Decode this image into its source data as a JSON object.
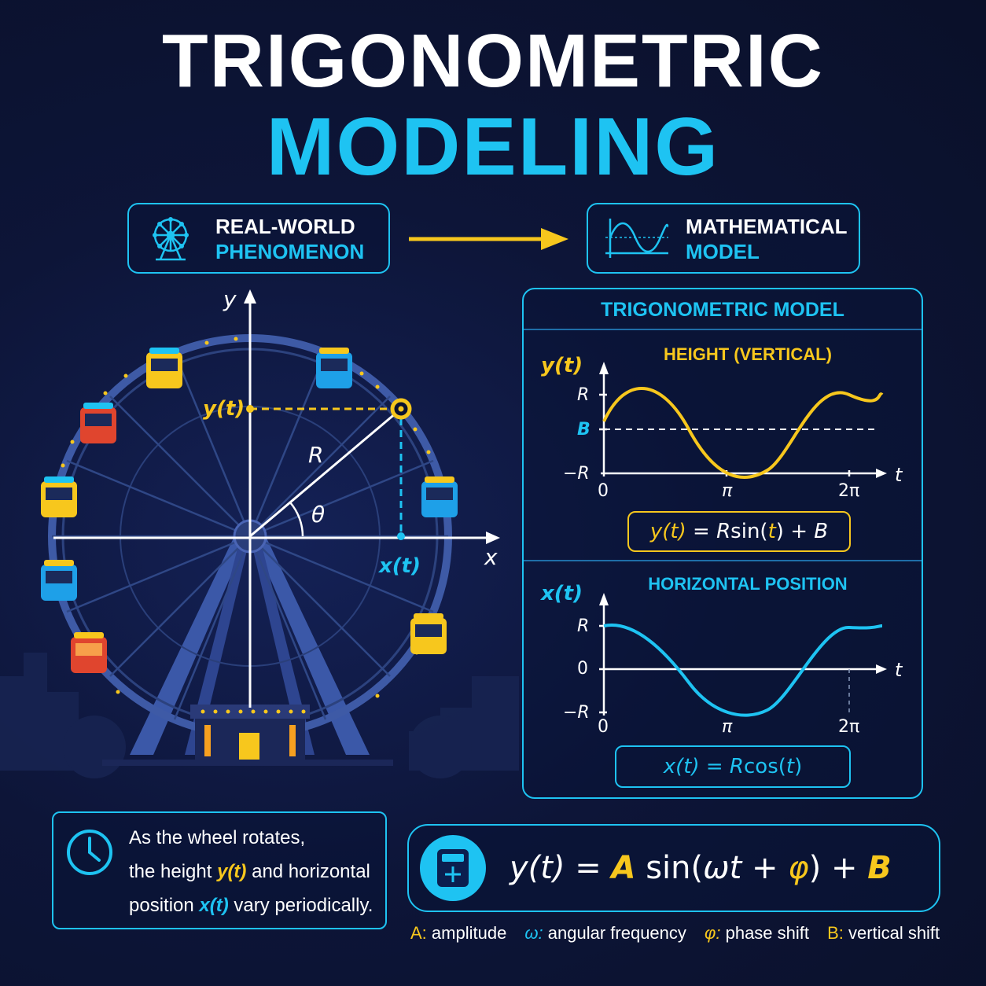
{
  "title": {
    "line1": "TRIGONOMETRIC",
    "line2": "MODELING"
  },
  "flow": {
    "left": {
      "line1": "REAL-WORLD",
      "line2": "PHENOMENON",
      "icon": "ferris-wheel-icon"
    },
    "right": {
      "line1": "MATHEMATICAL",
      "line2": "MODEL",
      "icon": "sine-wave-icon"
    }
  },
  "wheel": {
    "axis_x": "x",
    "axis_y": "y",
    "radius": "R",
    "angle": "θ",
    "y_label": "y(t)",
    "x_label": "x(t)"
  },
  "model_panel": {
    "title": "TRIGONOMETRIC MODEL",
    "height_graph": {
      "title": "HEIGHT (VERTICAL)",
      "ylabel": "y(t)",
      "xlabel": "t",
      "yticks": [
        "R",
        "B",
        "−R"
      ],
      "xticks": [
        "0",
        "π",
        "2π"
      ],
      "eq": {
        "lhs": "y(t)",
        "eqsign": "=",
        "r": "R",
        "fn": "sin(",
        "arg": "t",
        "close": ")",
        "plus": "+",
        "b": "B"
      }
    },
    "horizontal_graph": {
      "title": "HORIZONTAL POSITION",
      "ylabel": "x(t)",
      "xlabel": "t",
      "yticks": [
        "R",
        "0",
        "−R"
      ],
      "xticks": [
        "0",
        "π",
        "2π"
      ],
      "eq": {
        "lhs": "x(t)",
        "eqsign": "=",
        "r": "R",
        "fn": "cos(",
        "arg": "t",
        "close": ")"
      }
    }
  },
  "note": {
    "l1": "As the wheel rotates,",
    "l2a": "the height",
    "l2b": "y(t)",
    "l2c": "and horizontal",
    "l3a": "position",
    "l3b": "x(t)",
    "l3c": "vary periodically.",
    "icon": "clock-icon"
  },
  "general_eq": {
    "icon": "calculator-icon",
    "lhs": "y(t)",
    "eqsign": "=",
    "a": "A",
    "fn": "sin",
    "open": "(",
    "omega": "ωt",
    "plus1": "+",
    "phi": "φ",
    "close": ")",
    "plus2": "+",
    "b": "B"
  },
  "legend": [
    {
      "sym": "A:",
      "text": "amplitude",
      "color": "#f7c71d"
    },
    {
      "sym": "ω:",
      "text": "angular frequency",
      "color": "#1ec3f2"
    },
    {
      "sym": "φ:",
      "text": "phase shift",
      "color": "#f7c71d"
    },
    {
      "sym": "B:",
      "text": "vertical shift",
      "color": "#f7c71d"
    }
  ],
  "colors": {
    "accent": "#1ec3f2",
    "highlight": "#f7c71d",
    "background": "#0b1230"
  }
}
